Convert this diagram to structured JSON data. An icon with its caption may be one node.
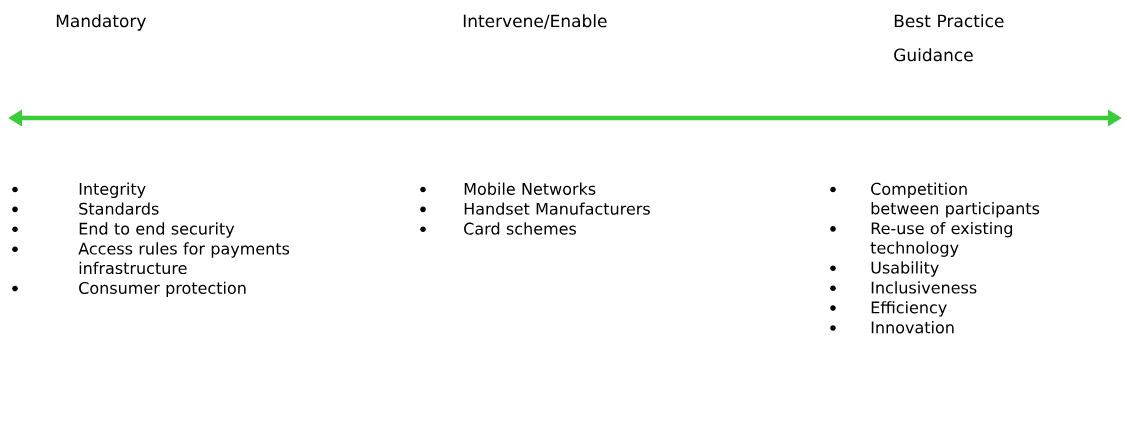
{
  "diagram": {
    "labels": [
      "Mandatory",
      "Intervene/Enable",
      "Best Practice Guidance",
      "Integrity",
      "Standards",
      "End to end security",
      "Access rules for payments infrastructure",
      "Consumer protection",
      "Mobile Networks",
      "Handset Manufacturers",
      "Card schemes",
      "Competition between participants",
      "Re-use of existing technology",
      "Usability",
      "Inclusiveness",
      "Efficiency",
      "Innovation"
    ]
  }
}
